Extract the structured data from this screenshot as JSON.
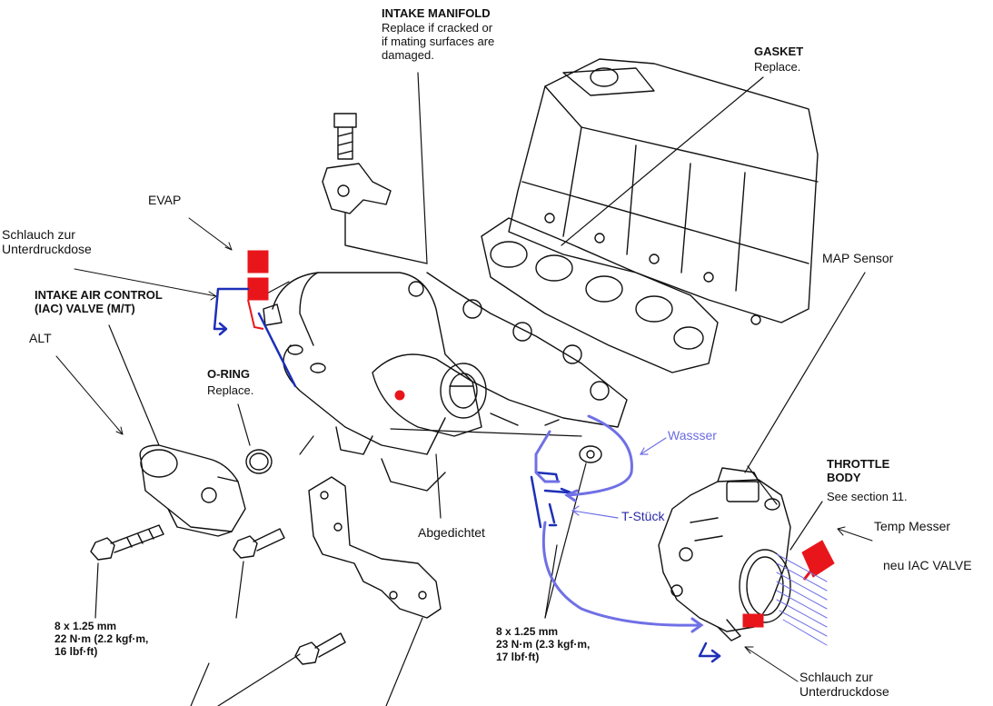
{
  "labels": {
    "intake_title": "INTAKE MANIFOLD",
    "intake_note": "Replace if cracked or\nif mating surfaces are\ndamaged.",
    "gasket_title": "GASKET",
    "gasket_note": "Replace.",
    "evap": "EVAP",
    "schlauch_top": "Schlauch zur\nUnterdruckdose",
    "iac_title": "INTAKE AIR CONTROL\n(IAC) VALVE (M/T)",
    "alt": "ALT",
    "oring_title": "O-RING",
    "oring_note": "Replace.",
    "map_sensor": "MAP Sensor",
    "wassser": "Wassser",
    "tstueck": "T-Stück",
    "throttle_title": "THROTTLE\nBODY",
    "throttle_note": "See section 11.",
    "temp_messer": "Temp Messer",
    "neu_iac": "neu IAC VALVE",
    "abgedichtet": "Abgedichtet",
    "torque_left": "8 x 1.25 mm\n22 N·m (2.2 kgf·m,\n16 lbf·ft)",
    "torque_right": "8 x 1.25 mm\n23 N·m (2.3 kgf·m,\n17 lbf·ft)",
    "schlauch_bottom": "Schlauch zur\nUnterdruckdose"
  },
  "colors": {
    "ink": "#111111",
    "annotation_red": "#e8161b",
    "annotation_blue": "#1d2fb8",
    "hose_blue": "#7070e6"
  }
}
